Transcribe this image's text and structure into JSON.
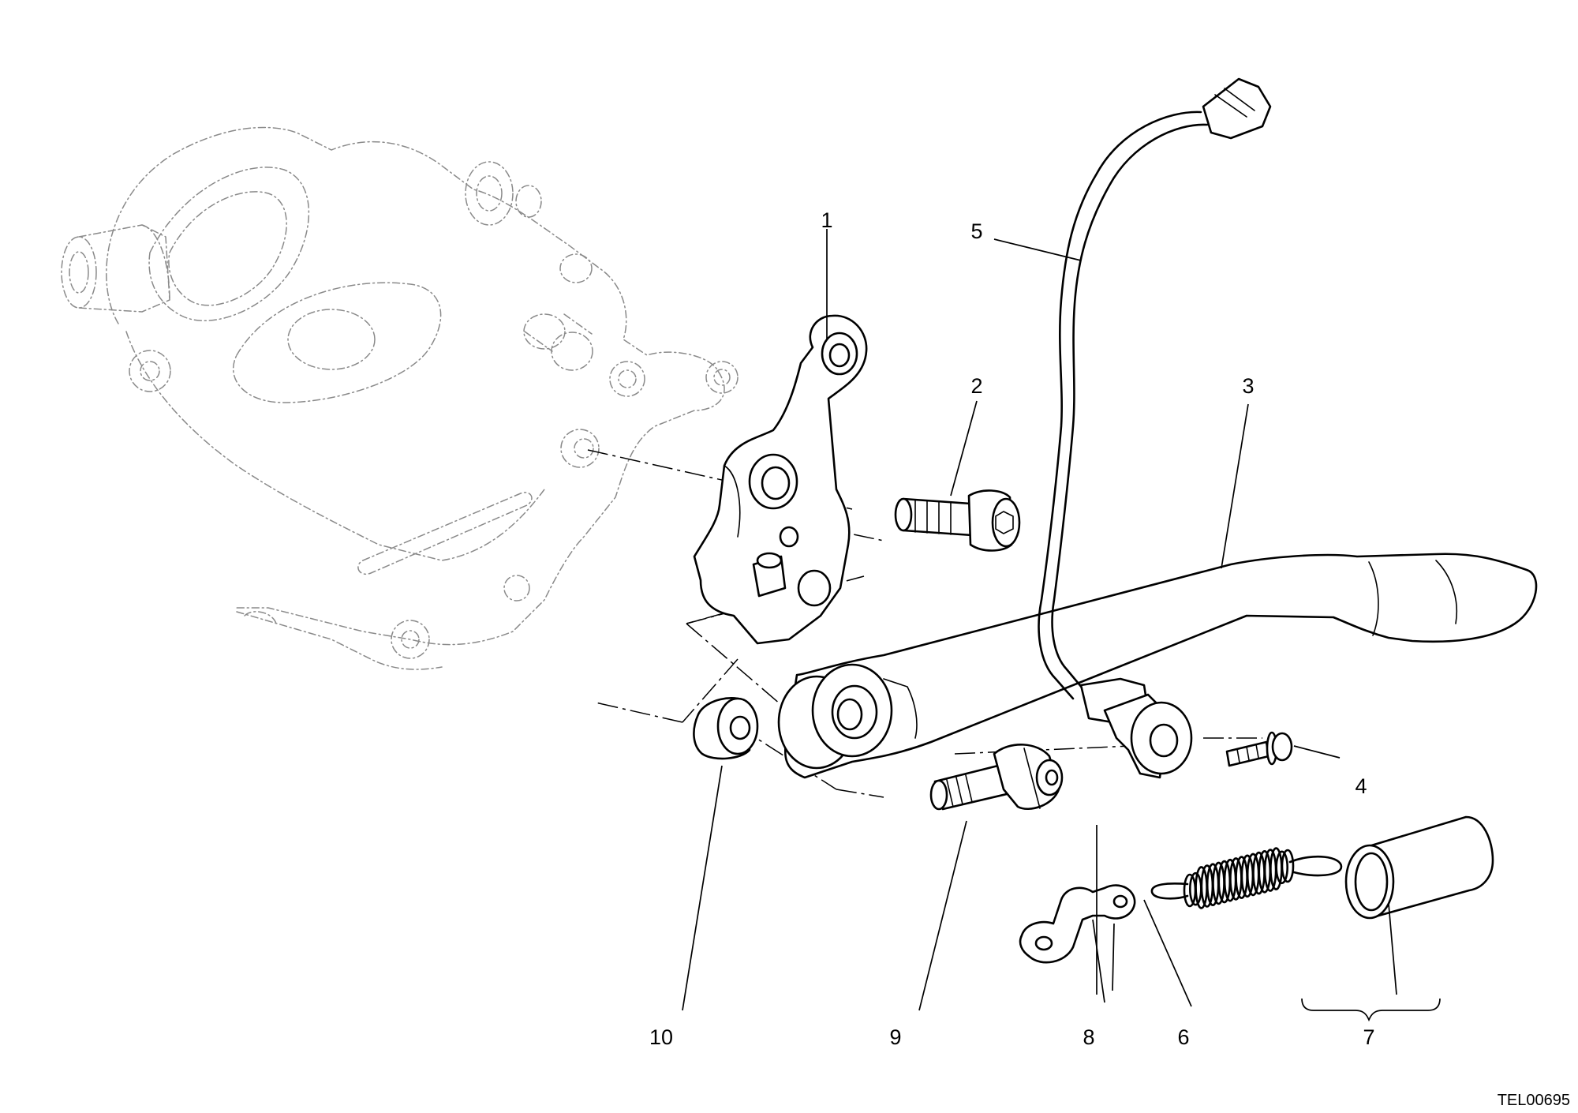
{
  "callouts": {
    "p1": "1",
    "p2": "2",
    "p3": "3",
    "p4": "4",
    "p5": "5",
    "p6": "6",
    "p7": "7",
    "p8": "8",
    "p9": "9",
    "p10": "10"
  },
  "drawing_code": "TEL00695"
}
